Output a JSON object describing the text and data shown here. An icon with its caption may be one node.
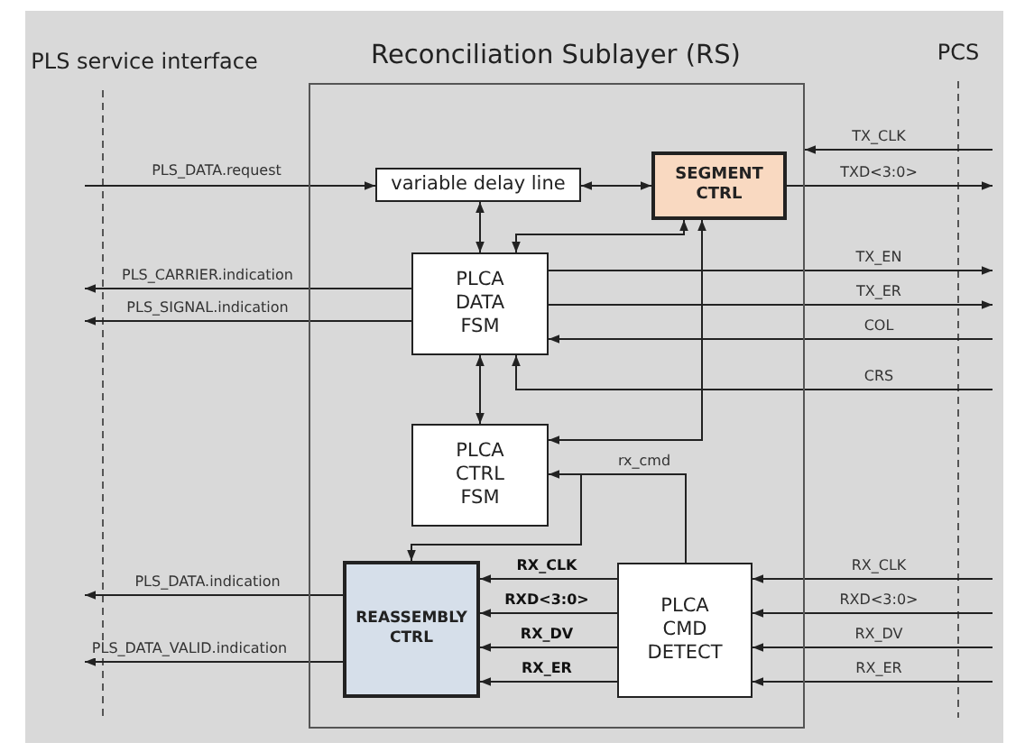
{
  "diagram": {
    "nodes": [
      {
        "text": [
          "Reconciliation Sublayer (RS)"
        ]
      },
      {
        "text": [
          "variable delay line"
        ],
        "in": 0
      },
      {
        "text": [
          "SEGMENT CTRL"
        ],
        "in": 0
      },
      {
        "text": [
          "PLCA DATA FSM"
        ],
        "in": 0
      },
      {
        "text": [
          "PLCA CTRL FSM"
        ],
        "in": 0
      },
      {
        "text": [
          "REASSEMBLY CTRL"
        ],
        "in": 0
      },
      {
        "text": [
          "PLCA CMD DETECT"
        ],
        "in": 0
      }
    ],
    "edges": [
      {
        "from": null,
        "to": 1,
        "arrow": "to",
        "label": "PLS_DATA.request"
      },
      {
        "from": null,
        "to": 0,
        "arrow": "to",
        "label": "TX_CLK"
      },
      {
        "from": 1,
        "to": 2,
        "arrow": "both"
      },
      {
        "from": 2,
        "to": null,
        "arrow": "to",
        "label": "TXD<3:0>"
      },
      {
        "from": 1,
        "to": 3,
        "arrow": "both"
      },
      {
        "from": 3,
        "to": 2,
        "arrow": "both"
      },
      {
        "from": 3,
        "to": null,
        "arrow": "to",
        "label": "PLS_CARRIER.indication"
      },
      {
        "from": 3,
        "to": null,
        "arrow": "to",
        "label": "PLS_SIGNAL.indication"
      },
      {
        "from": 3,
        "to": null,
        "arrow": "to",
        "label": "TX_EN"
      },
      {
        "from": 3,
        "to": null,
        "arrow": "to",
        "label": "TX_ER"
      },
      {
        "from": null,
        "to": 3,
        "arrow": "to",
        "label": "COL"
      },
      {
        "from": null,
        "to": 3,
        "arrow": "to",
        "label": "CRS"
      },
      {
        "from": 3,
        "to": 4,
        "arrow": "both"
      },
      {
        "from": 4,
        "to": 2,
        "arrow": "both"
      },
      {
        "from": 6,
        "to": 4,
        "arrow": "to",
        "label": "rx_cmd"
      },
      {
        "from": 6,
        "to": 5,
        "arrow": "to"
      },
      {
        "from": 6,
        "to": 5,
        "arrow": "to",
        "label": "RX_CLK"
      },
      {
        "from": 6,
        "to": 5,
        "arrow": "to",
        "label": "RXD<3:0>"
      },
      {
        "from": 6,
        "to": 5,
        "arrow": "to",
        "label": "RX_DV"
      },
      {
        "from": 6,
        "to": 5,
        "arrow": "to",
        "label": "RX_ER"
      },
      {
        "from": null,
        "to": 6,
        "arrow": "to",
        "label": "RX_CLK"
      },
      {
        "from": null,
        "to": 6,
        "arrow": "to",
        "label": "RXD<3:0>"
      },
      {
        "from": null,
        "to": 6,
        "arrow": "to",
        "label": "RX_DV"
      },
      {
        "from": null,
        "to": 6,
        "arrow": "to",
        "label": "RX_ER"
      },
      {
        "from": 5,
        "to": null,
        "arrow": "to",
        "label": "PLS_DATA.indication"
      },
      {
        "from": 5,
        "to": null,
        "arrow": "to",
        "label": "PLS_DATA_VALID.indication"
      }
    ],
    "labels": [
      "PLS service interface",
      "PCS"
    ]
  }
}
